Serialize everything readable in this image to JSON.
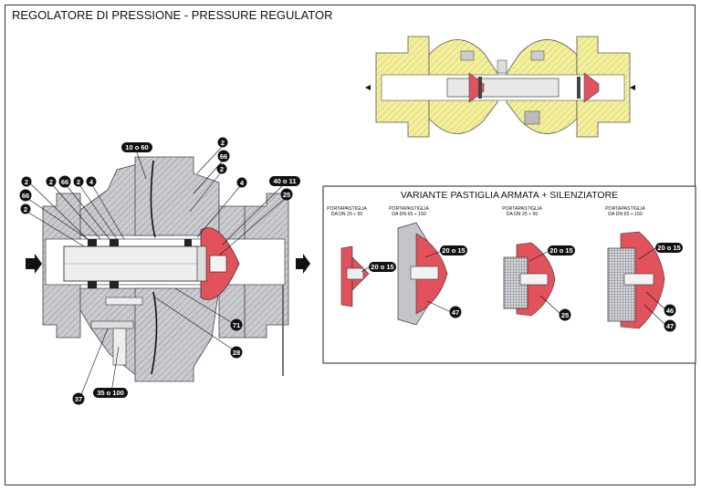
{
  "title": "REGOLATORE DI PRESSIONE - PRESSURE REGULATOR",
  "variant_panel": {
    "title": "VARIANTE PASTIGLIA ARMATA + SILENZIATORE",
    "holders": [
      {
        "line1": "PORTAPASTIGLIA",
        "line2": "DA DN 25 ÷ 50"
      },
      {
        "line1": "PORTAPASTIGLIA",
        "line2": "DA DN 65 ÷ 150"
      },
      {
        "line1": "PORTAPASTIGLIA",
        "line2": "DA DN 25 ÷ 50"
      },
      {
        "line1": "PORTAPASTIGLIA",
        "line2": "DA DN 65 ÷ 150"
      }
    ]
  },
  "main_callouts": {
    "c_10o60": "10 o 60",
    "c_2_top": "2",
    "c_66_top": "66",
    "c_2_mid": "2",
    "c_4_right": "4",
    "c_40o11": "40 o 11",
    "c_25": "25",
    "c_2_a": "2",
    "c_2_b": "2",
    "c_66_b": "66",
    "c_2_c": "2",
    "c_4_b": "4",
    "c_66_left": "66",
    "c_2_left": "2",
    "c_71": "71",
    "c_28": "28",
    "c_37": "37",
    "c_35o100": "35 o 100"
  },
  "variant_callouts": {
    "v1_20o15": "20 o 15",
    "v2_20o15": "20 o 15",
    "v2_47": "47",
    "v3_20o15": "20 o 15",
    "v3_25": "25",
    "v4_20o15": "20 o 15",
    "v4_46": "46",
    "v4_47": "47"
  },
  "colors": {
    "body_grey": "#c7c9ce",
    "hatch_line": "#6d6f75",
    "seal_red": "#e2525c",
    "valve_yellow": "#f3ef9a",
    "callout_black": "#111111"
  }
}
